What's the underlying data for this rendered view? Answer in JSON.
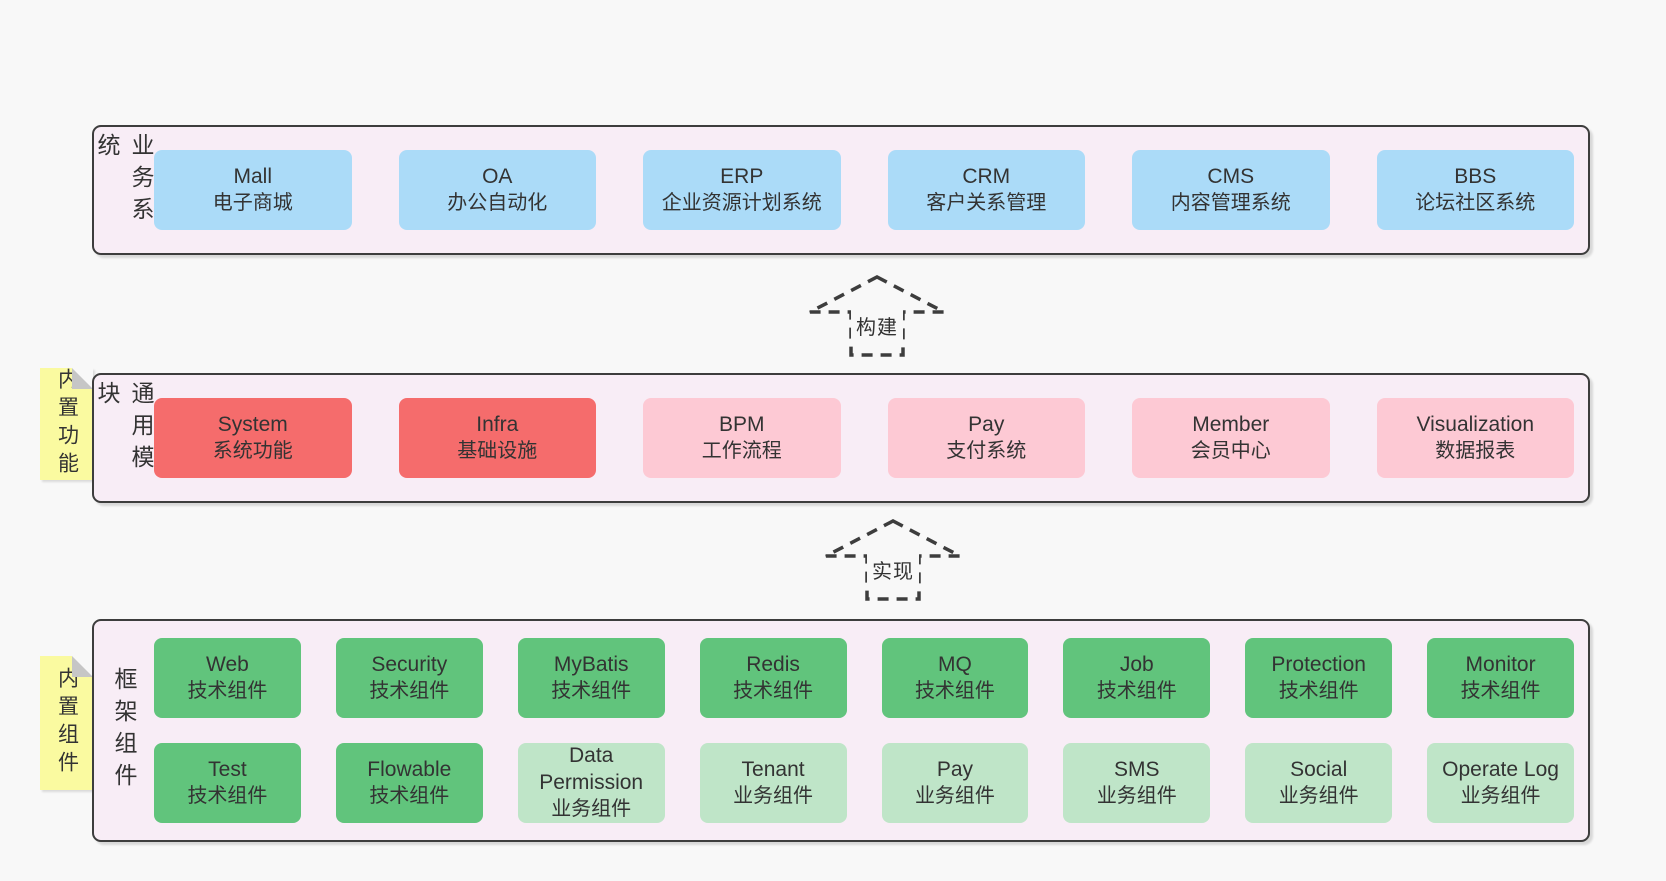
{
  "colors": {
    "page-bg": "#f8f8f8",
    "band-bg": "#f8edf6",
    "border": "#3d3d3d",
    "text": "#333333",
    "blue": "#abdbf8",
    "red": "#f56c6c",
    "pink": "#fdc9d4",
    "green": "#61c47c",
    "lightgreen": "#bfe5c8",
    "yellow": "#fafaa0",
    "fold": "#c6c6c6"
  },
  "bands": [
    {
      "label": "业务系统",
      "boxes": [
        {
          "title": "Mall",
          "subtitle": "电子商城"
        },
        {
          "title": "OA",
          "subtitle": "办公自动化"
        },
        {
          "title": "ERP",
          "subtitle": "企业资源计划系统"
        },
        {
          "title": "CRM",
          "subtitle": "客户关系管理"
        },
        {
          "title": "CMS",
          "subtitle": "内容管理系统"
        },
        {
          "title": "BBS",
          "subtitle": "论坛社区系统"
        }
      ]
    },
    {
      "label": "通用模块",
      "note": "内置功能",
      "boxes": [
        {
          "title": "System",
          "subtitle": "系统功能"
        },
        {
          "title": "Infra",
          "subtitle": "基础设施"
        },
        {
          "title": "BPM",
          "subtitle": "工作流程"
        },
        {
          "title": "Pay",
          "subtitle": "支付系统"
        },
        {
          "title": "Member",
          "subtitle": "会员中心"
        },
        {
          "title": "Visualization",
          "subtitle": "数据报表"
        }
      ]
    },
    {
      "label": "框架组件",
      "note": "内置组件",
      "rows": [
        [
          {
            "title": "Web",
            "subtitle": "技术组件"
          },
          {
            "title": "Security",
            "subtitle": "技术组件"
          },
          {
            "title": "MyBatis",
            "subtitle": "技术组件"
          },
          {
            "title": "Redis",
            "subtitle": "技术组件"
          },
          {
            "title": "MQ",
            "subtitle": "技术组件"
          },
          {
            "title": "Job",
            "subtitle": "技术组件"
          },
          {
            "title": "Protection",
            "subtitle": "技术组件"
          },
          {
            "title": "Monitor",
            "subtitle": "技术组件"
          }
        ],
        [
          {
            "title": "Test",
            "subtitle": "技术组件"
          },
          {
            "title": "Flowable",
            "subtitle": "技术组件"
          },
          {
            "title": "Data Permission",
            "subtitle": "业务组件"
          },
          {
            "title": "Tenant",
            "subtitle": "业务组件"
          },
          {
            "title": "Pay",
            "subtitle": "业务组件"
          },
          {
            "title": "SMS",
            "subtitle": "业务组件"
          },
          {
            "title": "Social",
            "subtitle": "业务组件"
          },
          {
            "title": "Operate Log",
            "subtitle": "业务组件"
          }
        ]
      ]
    }
  ],
  "arrows": [
    {
      "label": "构建"
    },
    {
      "label": "实现"
    }
  ]
}
